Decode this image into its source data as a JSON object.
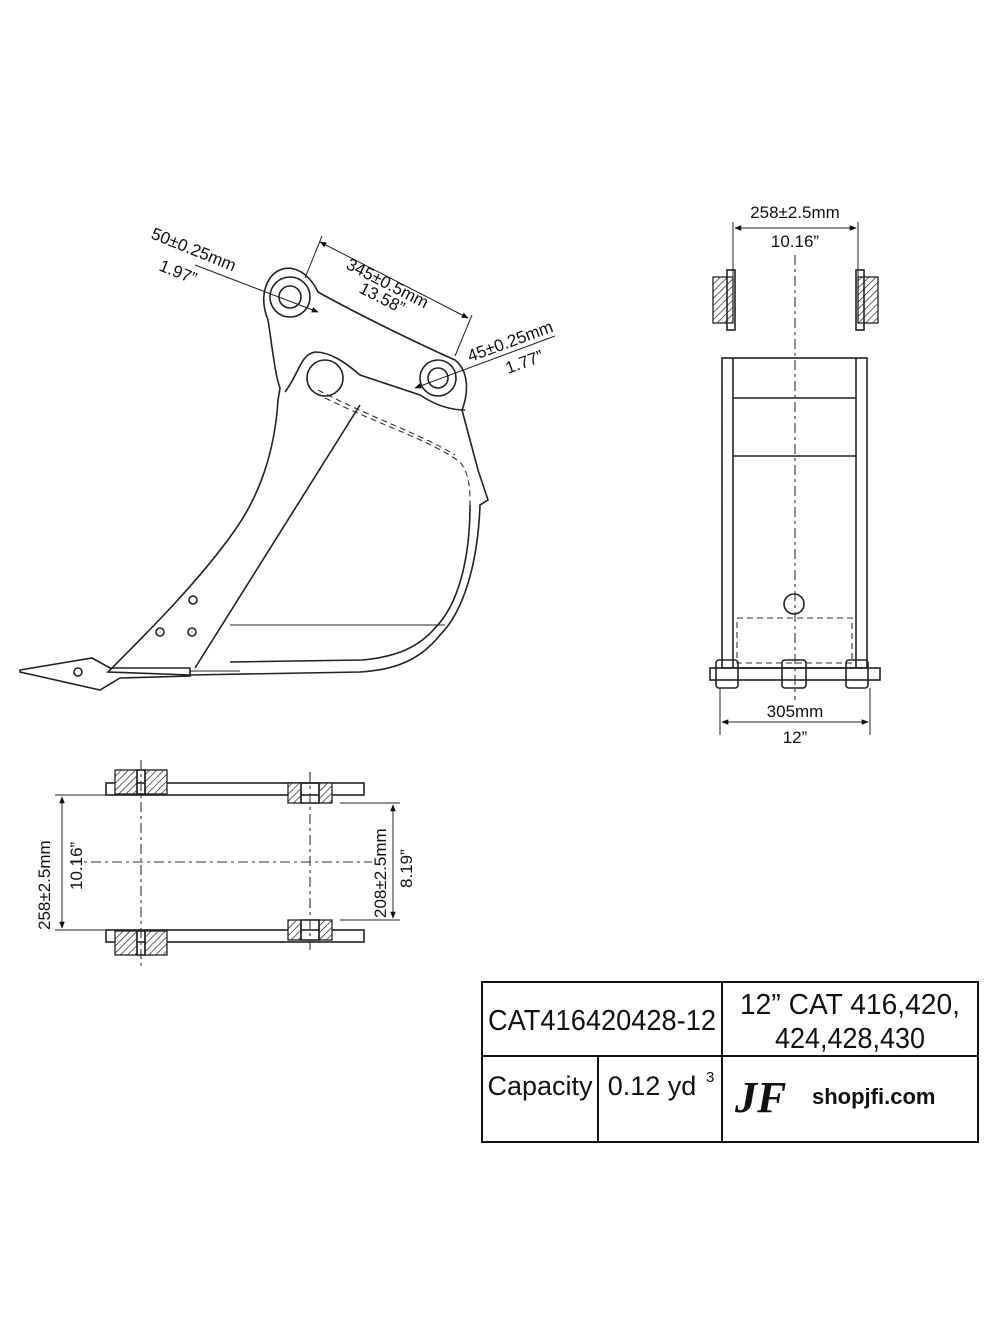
{
  "side_view": {
    "pin1_dia": "50±0.25mm",
    "pin1_dia_in": "1.97”",
    "pin_center": "345±0.5mm",
    "pin_center_in": "13.58”",
    "pin2_dia": "45±0.25mm",
    "pin2_dia_in": "1.77”"
  },
  "front_view": {
    "top_width": "258±2.5mm",
    "top_width_in": "10.16”",
    "bottom_width": "305mm",
    "bottom_width_in": "12”"
  },
  "top_view": {
    "outer_width": "258±2.5mm",
    "outer_width_in": "10.16”",
    "inner_width": "208±2.5mm",
    "inner_width_in": "8.19”"
  },
  "title_block": {
    "part_number": "CAT416420428-12",
    "model_line1": "12” CAT 416,420,",
    "model_line2": "424,428,430",
    "capacity_label": "Capacity",
    "capacity_value": "0.12 yd",
    "capacity_unit_exp": "3",
    "logo_mark": "JF",
    "website": "shopjfi.com"
  }
}
